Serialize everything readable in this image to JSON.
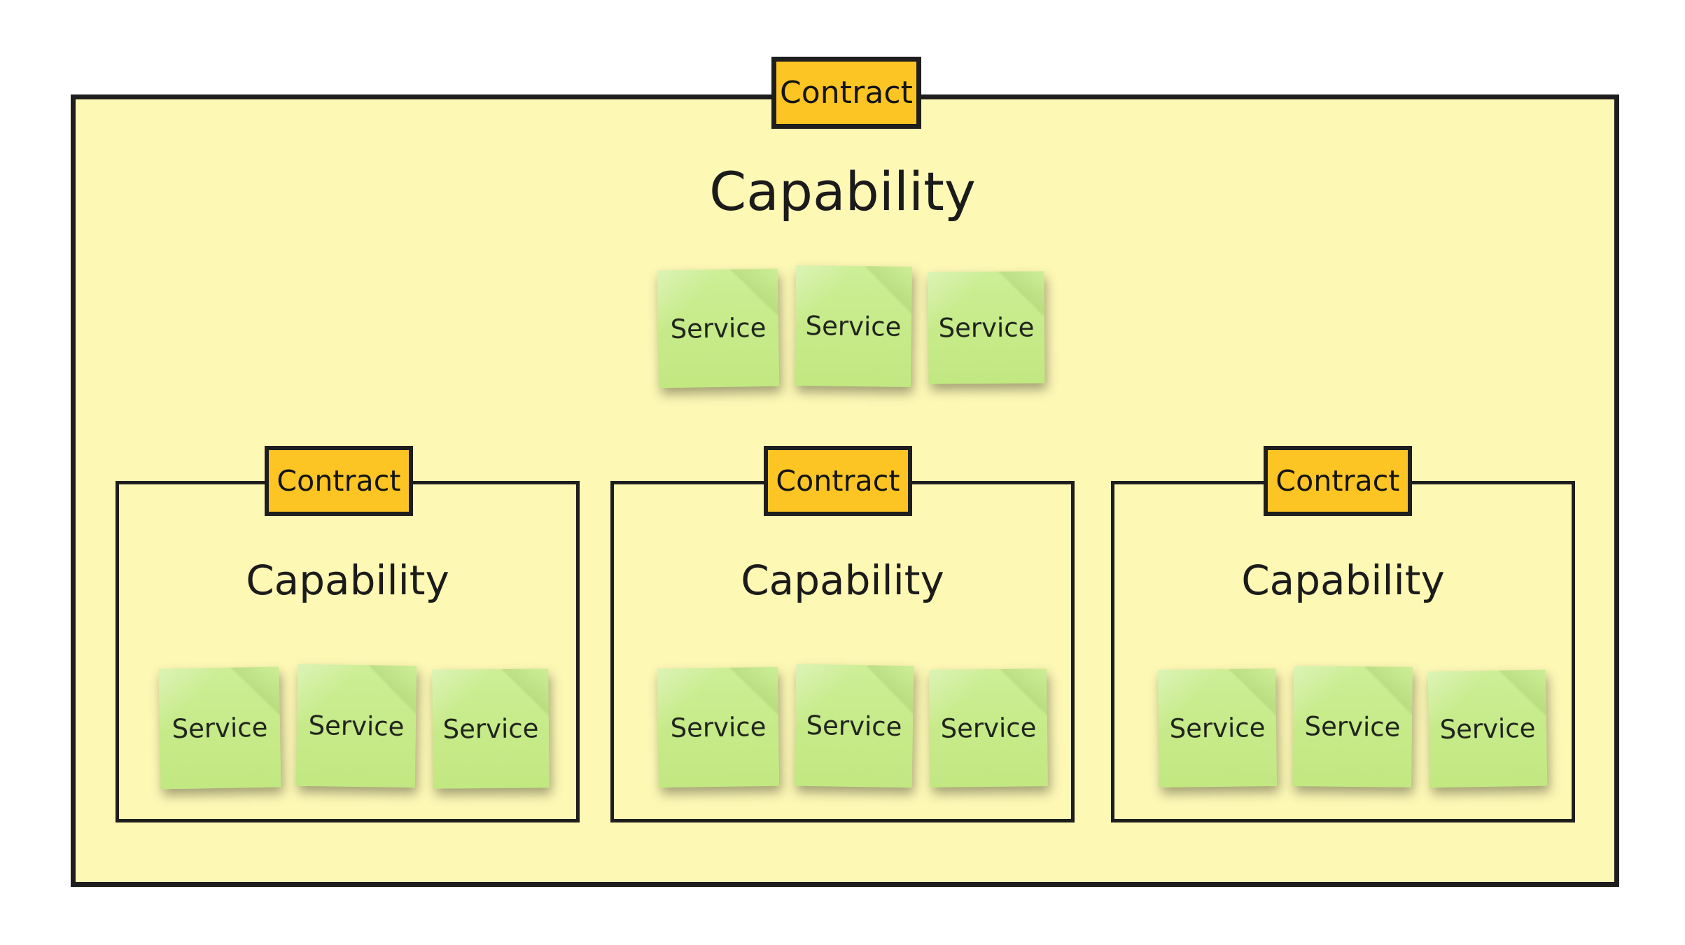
{
  "diagram": {
    "title_text": "Capability",
    "colors": {
      "canvas": "#ffffff",
      "capability_fill": "#fdf8b4",
      "contract_fill": "#fcc524",
      "service_fill": "#c9ec8d",
      "border": "#1e1e1e",
      "text": "#1b1b1b"
    },
    "top_contract": {
      "label": "Contract"
    },
    "root_capability": {
      "label": "Capability",
      "services": [
        {
          "label": "Service"
        },
        {
          "label": "Service"
        },
        {
          "label": "Service"
        }
      ]
    },
    "sub_capabilities": [
      {
        "contract": {
          "label": "Contract"
        },
        "label": "Capability",
        "services": [
          {
            "label": "Service"
          },
          {
            "label": "Service"
          },
          {
            "label": "Service"
          }
        ]
      },
      {
        "contract": {
          "label": "Contract"
        },
        "label": "Capability",
        "services": [
          {
            "label": "Service"
          },
          {
            "label": "Service"
          },
          {
            "label": "Service"
          }
        ]
      },
      {
        "contract": {
          "label": "Contract"
        },
        "label": "Capability",
        "services": [
          {
            "label": "Service"
          },
          {
            "label": "Service"
          },
          {
            "label": "Service"
          }
        ]
      }
    ]
  }
}
